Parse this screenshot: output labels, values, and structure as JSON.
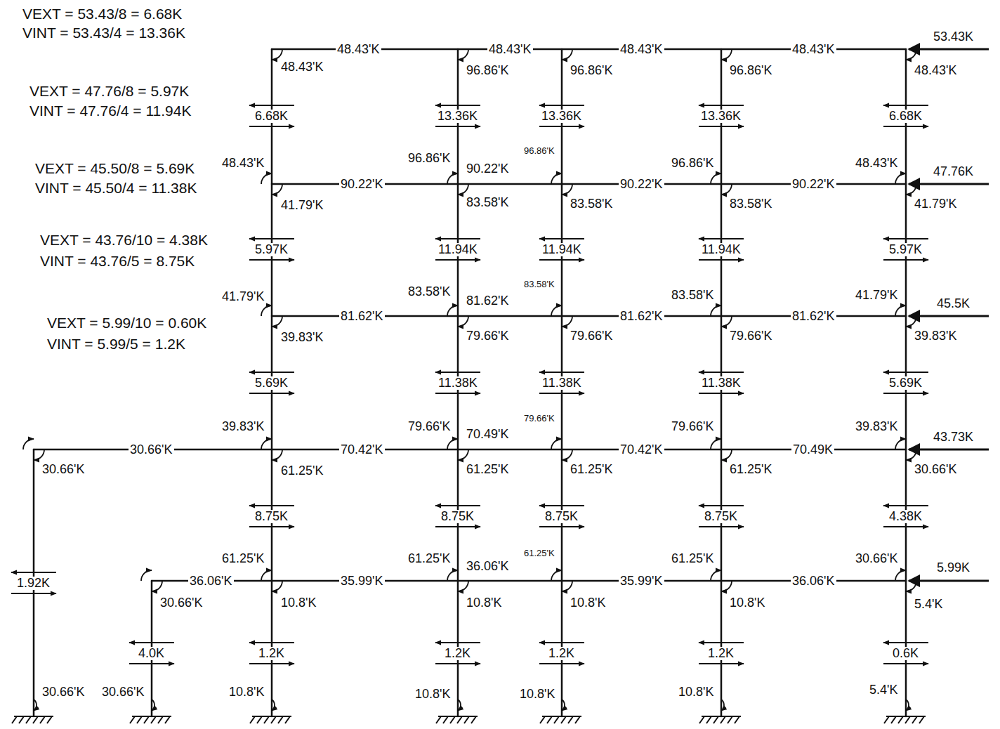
{
  "diagram": {
    "labels": [
      "VEXT = 53.43/8 = 6.68K",
      "VINT = 53.43/4 = 13.36K",
      "VEXT = 47.76/8 = 5.97K",
      "VINT = 47.76/4 = 11.94K",
      "VEXT = 45.50/8 = 5.69K",
      "VINT = 45.50/4 = 11.38K",
      "VEXT = 43.76/10 = 4.38K",
      "VINT = 43.76/5 = 8.75K",
      "VEXT = 5.99/10 = 0.60K",
      "VINT = 5.99/5 = 1.2K",
      "48.43'K",
      "48.43'K",
      "48.43'K",
      "96.86'K",
      "96.86'K",
      "48.43'K",
      "96.86'K",
      "48.43'K",
      "53.43K",
      "48.43'K",
      "6.68K",
      "13.36K",
      "13.36K",
      "13.36K",
      "6.68K",
      "48.43'K",
      "90.22'K",
      "41.79'K",
      "96.86'K",
      "90.22'K",
      "96.86'K",
      "83.58'K",
      "83.58'K",
      "90.22'K",
      "96.86'K",
      "83.58'K",
      "90.22'K",
      "48.43'K",
      "47.76K",
      "41.79'K",
      "5.97K",
      "11.94K",
      "11.94K",
      "11.94K",
      "5.97K",
      "41.79'K",
      "81.62'K",
      "39.83'K",
      "83.58'K",
      "81.62'K",
      "83.58'K",
      "79.66'K",
      "79.66'K",
      "81.62'K",
      "83.58'K",
      "79.66'K",
      "81.62'K",
      "41.79'K",
      "45.5K",
      "39.83'K",
      "5.69K",
      "11.38K",
      "11.38K",
      "11.38K",
      "5.69K",
      "30.66'K",
      "30.66'K",
      "39.83'K",
      "70.42'K",
      "61.25'K",
      "79.66'K",
      "70.49'K",
      "79.66'K",
      "61.25'K",
      "61.25'K",
      "70.42'K",
      "79.66'K",
      "61.25'K",
      "70.49K",
      "39.83'K",
      "43.73K",
      "30.66'K",
      "1.92K",
      "8.75K",
      "8.75K",
      "8.75K",
      "8.75K",
      "4.38K",
      "36.06'K",
      "30.66'K",
      "61.25'K",
      "10.8'K",
      "35.99'K",
      "61.25'K",
      "36.06'K",
      "61.25'K",
      "10.8'K",
      "10.8'K",
      "35.99'K",
      "61.25'K",
      "10.8'K",
      "36.06'K",
      "30.66'K",
      "5.99K",
      "5.4'K",
      "4.0K",
      "1.2K",
      "1.2K",
      "1.2K",
      "1.2K",
      "0.6K",
      "30.66'K",
      "30.66'K",
      "10.8'K",
      "10.8'K",
      "10.8'K",
      "10.8'K",
      "5.4'K"
    ]
  }
}
